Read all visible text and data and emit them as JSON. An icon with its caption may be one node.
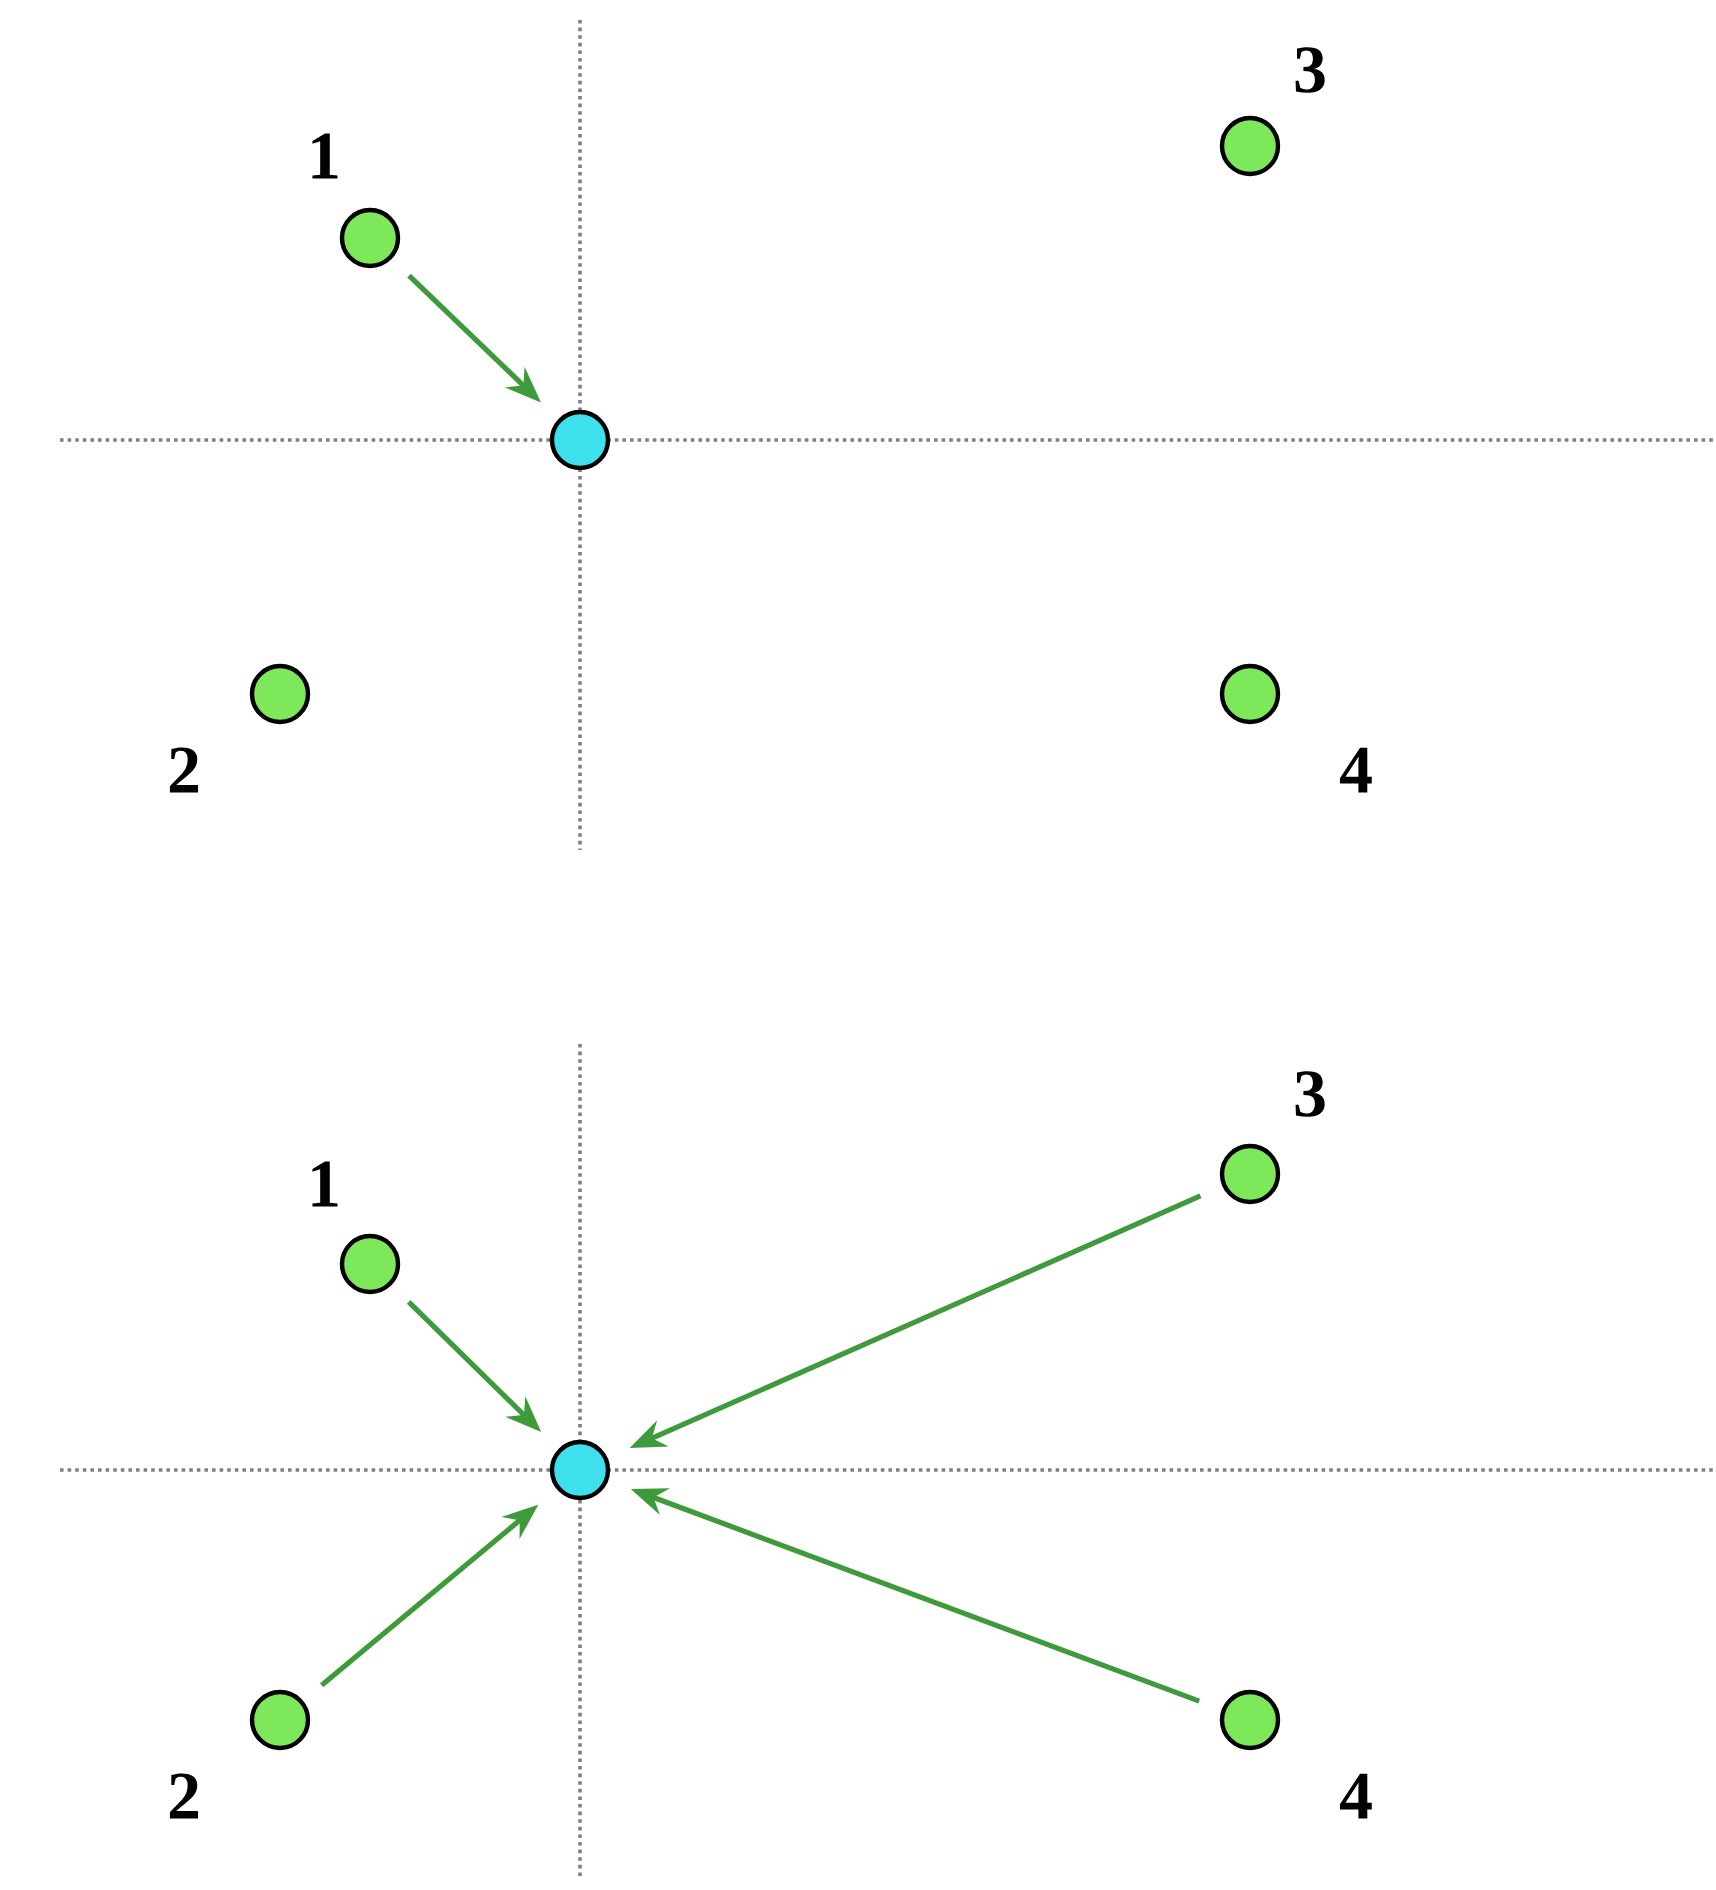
{
  "diagram": {
    "nodes": [
      {
        "text": [],
        "shape": "circle"
      },
      {
        "text": [],
        "shape": "circle",
        "beside": [
          "1"
        ]
      },
      {
        "text": [],
        "shape": "circle",
        "beside": [
          "3"
        ]
      },
      {
        "text": [],
        "shape": "circle",
        "beside": [
          "2"
        ]
      },
      {
        "text": [],
        "shape": "circle",
        "beside": [
          "4"
        ]
      },
      {
        "text": [],
        "shape": "circle"
      },
      {
        "text": [],
        "shape": "circle",
        "beside": [
          "1"
        ]
      },
      {
        "text": [],
        "shape": "circle",
        "beside": [
          "3"
        ]
      },
      {
        "text": [],
        "shape": "circle",
        "beside": [
          "2"
        ]
      },
      {
        "text": [],
        "shape": "circle",
        "beside": [
          "4"
        ]
      }
    ],
    "edges": [
      {
        "from": 1,
        "to": 0,
        "arrow": "to"
      },
      {
        "from": 6,
        "to": 5,
        "arrow": "to"
      },
      {
        "from": 7,
        "to": 5,
        "arrow": "to"
      },
      {
        "from": 8,
        "to": 5,
        "arrow": "to"
      },
      {
        "from": 9,
        "to": 5,
        "arrow": "to"
      }
    ]
  }
}
